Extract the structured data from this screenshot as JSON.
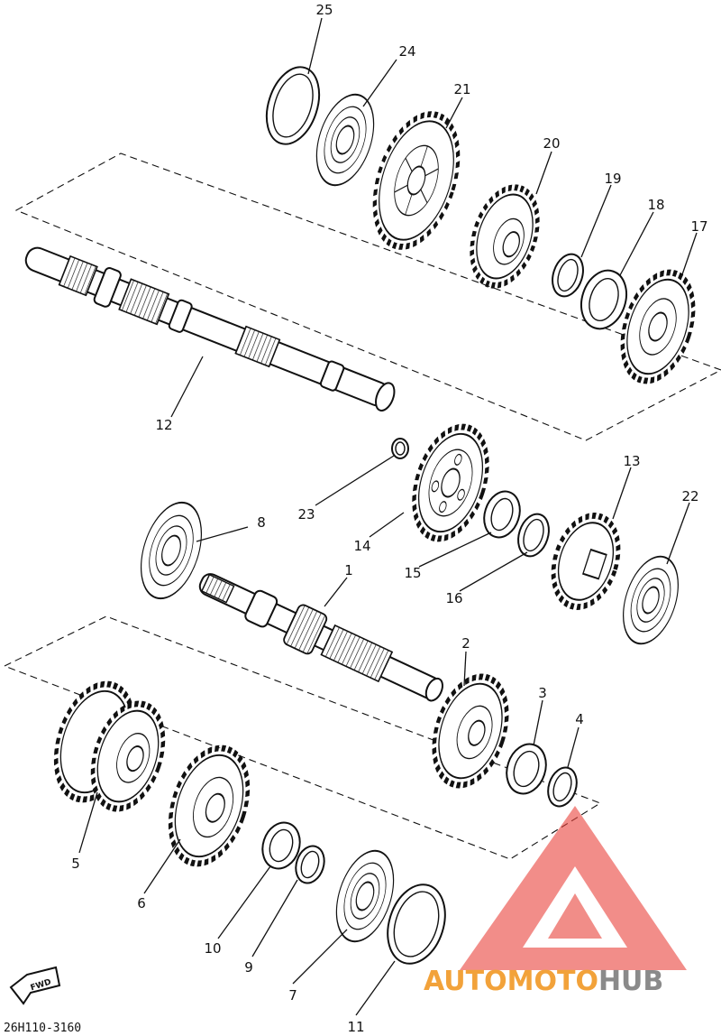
{
  "diagram": {
    "part_numbers": {
      "p1": "1",
      "p2": "2",
      "p3": "3",
      "p4": "4",
      "p5": "5",
      "p6": "6",
      "p7": "7",
      "p8": "8",
      "p9": "9",
      "p10": "10",
      "p11": "11",
      "p12": "12",
      "p13": "13",
      "p14": "14",
      "p15": "15",
      "p16": "16",
      "p17": "17",
      "p18": "18",
      "p19": "19",
      "p20": "20",
      "p21": "21",
      "p22": "22",
      "p23": "23",
      "p24": "24",
      "p25": "25"
    },
    "drawing_code": "26H110-3160",
    "front_marker": "FWD"
  },
  "watermark": {
    "text_auto": "AUTO",
    "text_moto": "MOTO",
    "text_hub": "HUB",
    "color_auto": "#f2a23a",
    "color_moto": "#f2a23a",
    "color_hub": "#8a8a8a",
    "logo_color": "#e8413a"
  }
}
